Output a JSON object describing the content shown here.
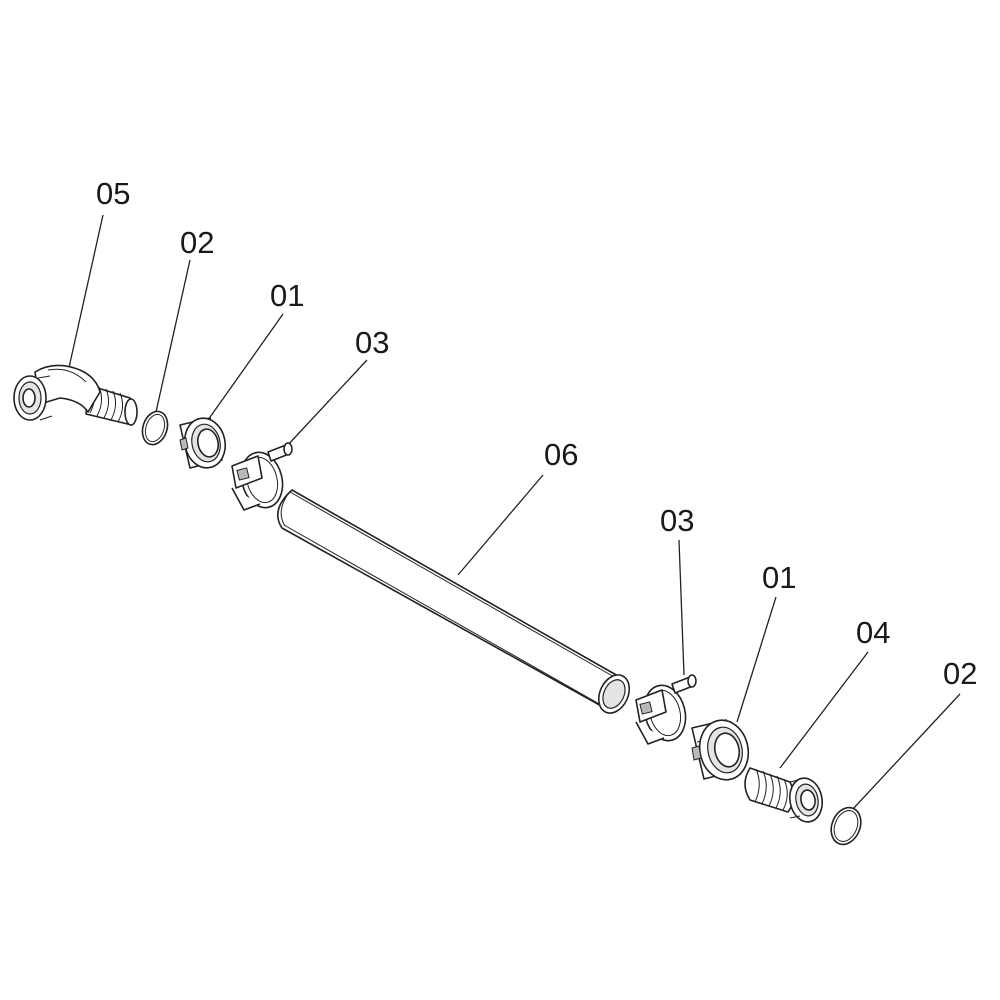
{
  "callouts": [
    {
      "id": "callout-05-elbow",
      "label": "05"
    },
    {
      "id": "callout-02-seal-left",
      "label": "02"
    },
    {
      "id": "callout-01-nut-left",
      "label": "01"
    },
    {
      "id": "callout-03-clamp-left",
      "label": "03"
    },
    {
      "id": "callout-06-hose",
      "label": "06"
    },
    {
      "id": "callout-03-clamp-right",
      "label": "03"
    },
    {
      "id": "callout-01-nut-right",
      "label": "01"
    },
    {
      "id": "callout-04-straight-connector",
      "label": "04"
    },
    {
      "id": "callout-02-seal-right",
      "label": "02"
    }
  ]
}
